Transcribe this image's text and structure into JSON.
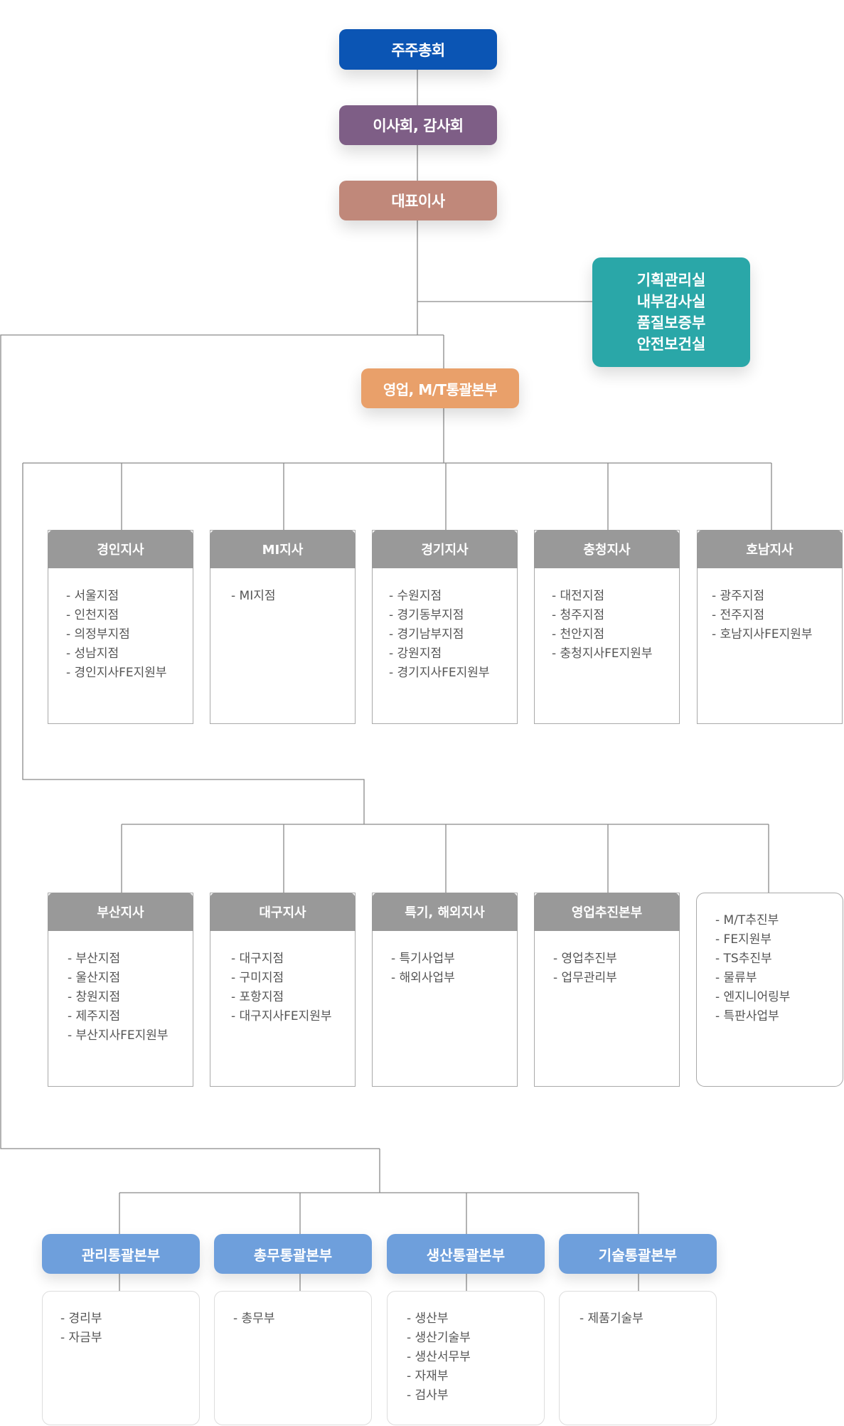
{
  "colors": {
    "shareholders": "#0b55b4",
    "board": "#7e5e86",
    "ceo": "#c0887a",
    "staff": "#2aa7a8",
    "sales_hq": "#e9a06a",
    "branch_header": "#999999",
    "division": "#6e9fdc",
    "line": "#8a8a8a"
  },
  "top": {
    "shareholders": "주주총회",
    "board": "이사회, 감사회",
    "ceo": "대표이사"
  },
  "staff": {
    "lines": [
      "기획관리실",
      "내부감사실",
      "품질보증부",
      "안전보건실"
    ]
  },
  "sales_hq": {
    "label": "영업, M/T통괄본부"
  },
  "branches_row1": [
    {
      "name": "경인지사",
      "items": [
        "- 서울지점",
        "- 인천지점",
        "- 의정부지점",
        "- 성남지점",
        "- 경인지사FE지원부"
      ]
    },
    {
      "name": "MI지사",
      "items": [
        "- MI지점"
      ]
    },
    {
      "name": "경기지사",
      "items": [
        "- 수원지점",
        "- 경기동부지점",
        "- 경기남부지점",
        "- 강원지점",
        "- 경기지사FE지원부"
      ]
    },
    {
      "name": "충청지사",
      "items": [
        "- 대전지점",
        "- 청주지점",
        "- 천안지점",
        "- 충청지사FE지원부"
      ]
    },
    {
      "name": "호남지사",
      "items": [
        "- 광주지점",
        "- 전주지점",
        "- 호남지사FE지원부"
      ]
    }
  ],
  "branches_row2": [
    {
      "name": "부산지사",
      "items": [
        "- 부산지점",
        "- 울산지점",
        "- 창원지점",
        "- 제주지점",
        "- 부산지사FE지원부"
      ]
    },
    {
      "name": "대구지사",
      "items": [
        "- 대구지점",
        "- 구미지점",
        "- 포항지점",
        "- 대구지사FE지원부"
      ]
    },
    {
      "name": "특기, 해외지사",
      "items": [
        "- 특기사업부",
        "- 해외사업부"
      ]
    },
    {
      "name": "영업추진본부",
      "items": [
        "- 영업추진부",
        "- 업무관리부"
      ]
    }
  ],
  "mt_units": {
    "items": [
      "- M/T추진부",
      "- FE지원부",
      "- TS추진부",
      "- 물류부",
      "- 엔지니어링부",
      "- 특판사업부"
    ]
  },
  "divisions": [
    {
      "name": "관리통괄본부",
      "items": [
        "- 경리부",
        "- 자금부"
      ]
    },
    {
      "name": "총무통괄본부",
      "items": [
        "- 총무부"
      ]
    },
    {
      "name": "생산통괄본부",
      "items": [
        "- 생산부",
        "- 생산기술부",
        "- 생산서무부",
        "- 자재부",
        "- 검사부"
      ]
    },
    {
      "name": "기술통괄본부",
      "items": [
        "- 제품기술부"
      ]
    }
  ]
}
